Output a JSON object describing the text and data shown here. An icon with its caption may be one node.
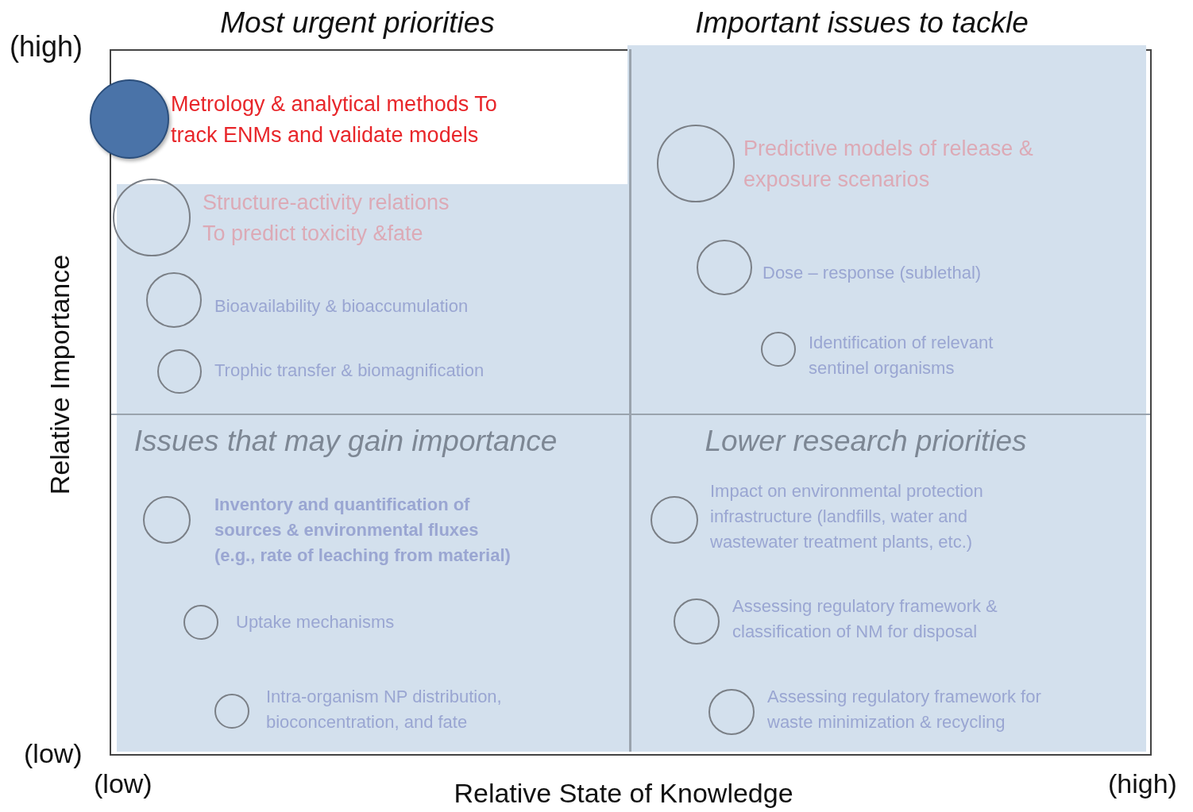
{
  "diagram": {
    "nodes": [
      {
        "text": [
          "Metrology & analytical methods To track ENMs and validate models"
        ]
      },
      {
        "text": [
          "Structure-activity relations To predict toxicity &fate"
        ]
      },
      {
        "text": [
          "Bioavailability & bioaccumulation"
        ]
      },
      {
        "text": [
          "Trophic transfer & biomagnification"
        ]
      },
      {
        "text": [
          "Predictive models of release & exposure scenarios"
        ]
      },
      {
        "text": [
          "Dose – response (sublethal)"
        ]
      },
      {
        "text": [
          "Identification of relevant sentinel organisms"
        ]
      },
      {
        "text": [
          "Inventory and quantification of sources & environmental fluxes (e.g., rate of leaching from material)"
        ]
      },
      {
        "text": [
          "Uptake mechanisms"
        ]
      },
      {
        "text": [
          "Intra-organism NP distribution, bioconcentration, and fate"
        ]
      },
      {
        "text": [
          "Impact on environmental protection infrastructure (landfills, water and wastewater treatment plants, etc.)"
        ]
      },
      {
        "text": [
          "Assessing regulatory framework & classification of NM for disposal"
        ]
      },
      {
        "text": [
          "Assessing regulatory framework for waste minimization & recycling"
        ]
      }
    ],
    "labels": [
      "(high)",
      "Most urgent priorities",
      "Important issues to tackle",
      "Relative Importance",
      "Issues that may gain importance",
      "Lower research priorities",
      "(low)",
      "(low)",
      "Relative State of Knowledge",
      "(high)"
    ]
  }
}
